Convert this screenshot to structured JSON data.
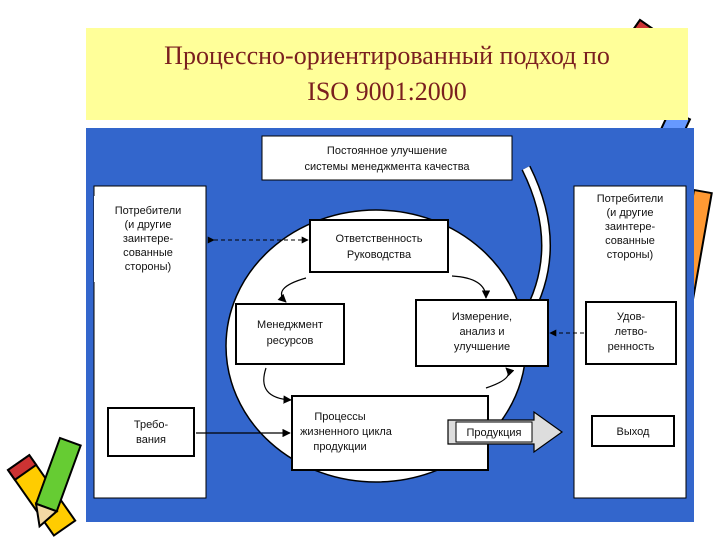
{
  "title": {
    "line1": "Процессно-ориентированный подход по",
    "line2": "ISO 9001:2000"
  },
  "diagram": {
    "improvement": [
      "Постоянное улучшение",
      "системы менеджмента качества"
    ],
    "customers_left": [
      "Потребители",
      "(и другие",
      "заинтере-",
      "сованные",
      "стороны)"
    ],
    "customers_right": [
      "Потребители",
      "(и другие",
      "заинтере-",
      "сованные",
      "стороны)"
    ],
    "requirements": [
      "Требо-",
      "вания"
    ],
    "responsibility": [
      "Ответственность",
      "Руководства"
    ],
    "resources": [
      "Менеджмент",
      "ресурсов"
    ],
    "measurement": [
      "Измерение,",
      "анализ и",
      "улучшение"
    ],
    "processes": [
      "Процессы",
      "жизненного цикла",
      "продукции"
    ],
    "product": "Продукция",
    "satisfaction": [
      "Удов-",
      "летво-",
      "ренность"
    ],
    "output": "Выход"
  },
  "colors": {
    "background_blue": "#3366cc",
    "title_bg": "#ffff99",
    "title_text": "#7a1f1f",
    "box_fill": "#ffffff"
  }
}
